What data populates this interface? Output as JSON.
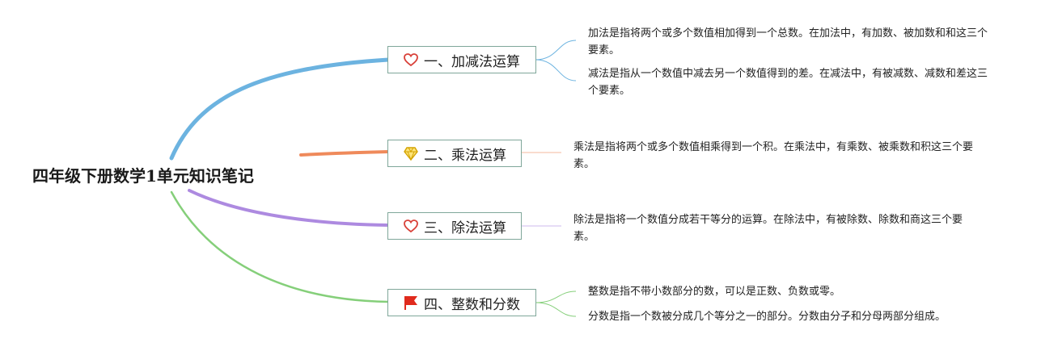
{
  "root": {
    "title": "四年级下册数学1单元知识笔记"
  },
  "colors": {
    "branch1": "#6cb3e0",
    "branch2": "#ef8a5b",
    "branch3": "#ad8ae0",
    "branch4": "#85cf7a",
    "heart": "#d9423a",
    "diamond": "#f2c417",
    "flag": "#e02a1d",
    "topic_border": "#7fa79a"
  },
  "topics": [
    {
      "label": "一、加减法运算",
      "icon": "heart-icon",
      "notes": [
        "加法是指将两个或多个数值相加得到一个总数。在加法中，有加数、被加数和和这三个要素。",
        "减法是指从一个数值中减去另一个数值得到的差。在减法中，有被减数、减数和差这三个要素。"
      ]
    },
    {
      "label": "二、乘法运算",
      "icon": "diamond-icon",
      "notes": [
        "乘法是指将两个或多个数值相乘得到一个积。在乘法中，有乘数、被乘数和积这三个要素。"
      ]
    },
    {
      "label": "三、除法运算",
      "icon": "heart-icon",
      "notes": [
        "除法是指将一个数值分成若干等分的运算。在除法中，有被除数、除数和商这三个要素。"
      ]
    },
    {
      "label": "四、整数和分数",
      "icon": "flag-icon",
      "notes": [
        "整数是指不带小数部分的数，可以是正数、负数或零。",
        "分数是指一个数被分成几个等分之一的部分。分数由分子和分母两部分组成。"
      ]
    }
  ]
}
